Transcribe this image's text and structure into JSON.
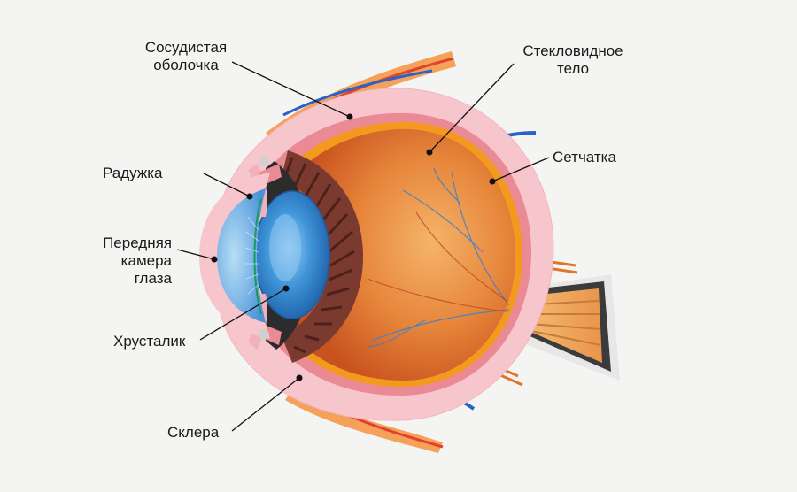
{
  "labels": {
    "choroid": [
      "Сосудистая",
      "оболочка"
    ],
    "vitreous": [
      "Стекловидное",
      "тело"
    ],
    "iris": "Радужка",
    "retina": "Сетчатка",
    "anterior_chamber": [
      "Передняя",
      "камера",
      "глаза"
    ],
    "lens": "Хрусталик",
    "sclera": "Склера"
  },
  "colors": {
    "background": "#f4f4f2",
    "sclera": "#f7c6cc",
    "choroid": "#e98a94",
    "retina": "#f39a1e",
    "vitreous": "#e0741f",
    "ciliary_body": "#7a3a30",
    "cornea": "#5aa7e0",
    "lens": "#2f86cc",
    "vessel_red": "#e0422a",
    "vessel_blue": "#2a63c8",
    "nerve": "#f2a64a",
    "leader_line": "#111111"
  }
}
